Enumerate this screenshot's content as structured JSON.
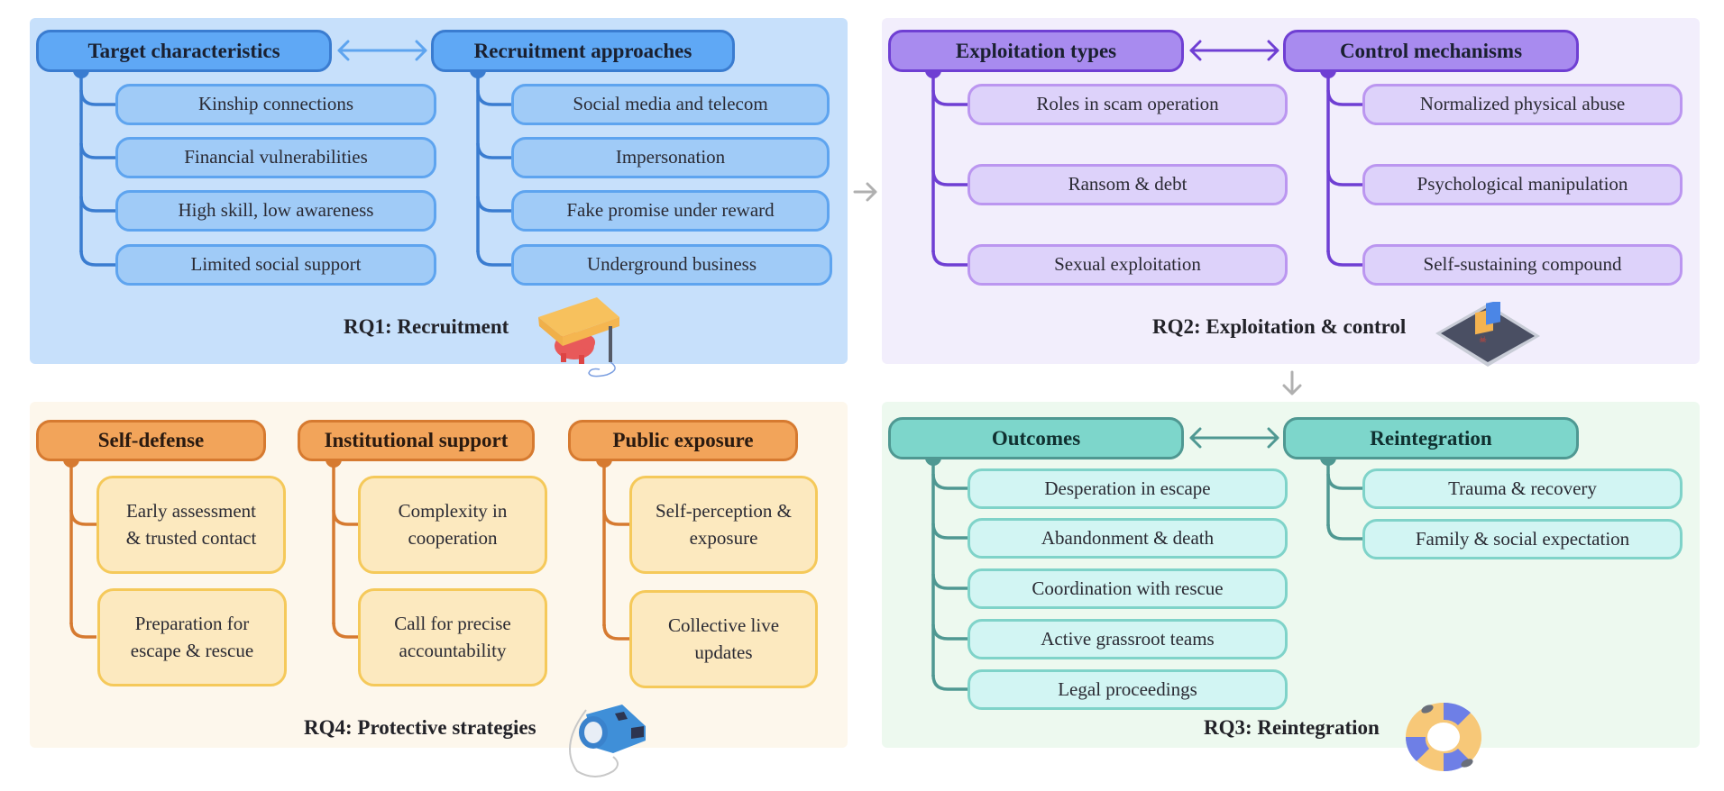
{
  "panels": {
    "rq1": {
      "label": "RQ1: Recruitment",
      "icon": "box-trap-piggy-bank-icon",
      "color": "#5fa8f5",
      "columns": [
        {
          "header": "Target characteristics",
          "items": [
            "Kinship connections",
            "Financial vulnerabilities",
            "High skill, low awareness",
            "Limited social support"
          ]
        },
        {
          "header": "Recruitment approaches",
          "items": [
            "Social media and telecom",
            "Impersonation",
            "Fake promise under reward",
            "Underground business"
          ]
        }
      ]
    },
    "rq2": {
      "label": "RQ2: Exploitation & control",
      "icon": "phone-locked-files-icon",
      "color": "#a88bef",
      "columns": [
        {
          "header": "Exploitation types",
          "items": [
            "Roles in scam operation",
            "Ransom & debt",
            "Sexual exploitation"
          ]
        },
        {
          "header": "Control mechanisms",
          "items": [
            "Normalized physical abuse",
            "Psychological manipulation",
            "Self-sustaining compound"
          ]
        }
      ]
    },
    "rq3": {
      "label": "RQ3: Reintegration",
      "icon": "life-ring-icon",
      "color": "#7dd6cb",
      "columns": [
        {
          "header": "Outcomes",
          "items": [
            "Desperation in escape",
            "Abandonment & death",
            "Coordination with rescue",
            "Active grassroot teams",
            "Legal proceedings"
          ]
        },
        {
          "header": "Reintegration",
          "items": [
            "Trauma & recovery",
            "Family & social expectation"
          ]
        }
      ]
    },
    "rq4": {
      "label": "RQ4: Protective strategies",
      "icon": "whistle-icon",
      "color": "#f2a45a",
      "columns": [
        {
          "header": "Self-defense",
          "items": [
            [
              "Early assessment",
              "& trusted contact"
            ],
            [
              "Preparation for",
              "escape & rescue"
            ]
          ]
        },
        {
          "header": "Institutional support",
          "items": [
            [
              "Complexity in",
              "cooperation"
            ],
            [
              "Call for precise",
              "accountability"
            ]
          ]
        },
        {
          "header": "Public exposure",
          "items": [
            [
              "Self-perception &",
              "exposure"
            ],
            [
              "Collective live",
              "updates"
            ]
          ]
        }
      ]
    }
  },
  "connectors": {
    "rq1_to_rq2": "right-arrow",
    "rq2_to_rq3": "down-arrow",
    "bidirectional": [
      "rq1",
      "rq2",
      "rq3"
    ]
  }
}
